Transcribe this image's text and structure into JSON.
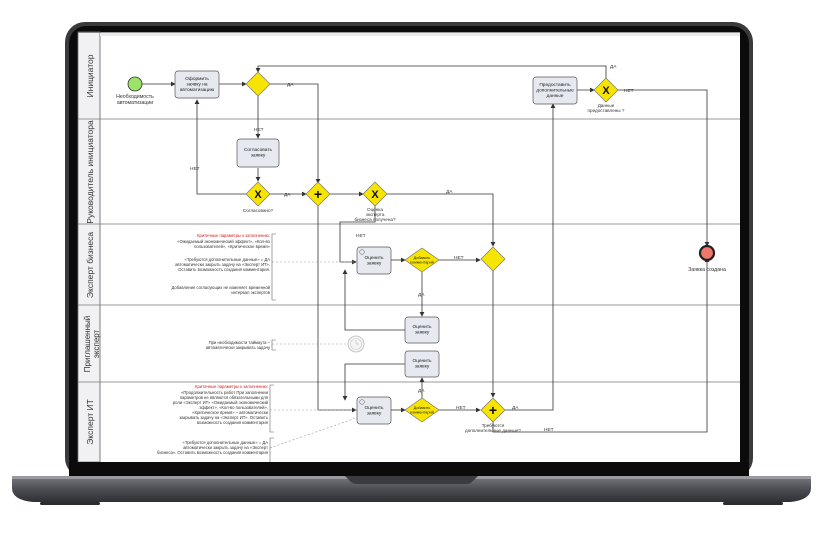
{
  "lanes": [
    {
      "id": "initiator",
      "label": "Инициатор"
    },
    {
      "id": "manager",
      "label": "Руководитель инициатора"
    },
    {
      "id": "business",
      "label": "Эксперт бизнеса"
    },
    {
      "id": "invited",
      "label": "Приглашенный эксперт"
    },
    {
      "id": "it",
      "label": "Эксперт ИТ"
    }
  ],
  "events": {
    "start_label": "Необходимость автоматизации",
    "end_label": "Заявка создана"
  },
  "tasks": {
    "create": "Оформить заявку на автоматизацию",
    "approve": "Согласовать заявку",
    "provide": "Предоставить дополнительные данные",
    "eval_business": "Оценить заявку",
    "eval_invited_1": "Оценить заявку",
    "eval_invited_2": "Оценить заявку",
    "eval_it": "Оценить заявку"
  },
  "gateways": {
    "approved": "Согласовано?",
    "need_expert": "Оценка эксперта бизнеса получена?",
    "data_provided": "Данные предоставлены ?",
    "need_data": "Требуются дополнительные данные?",
    "add_comment_business": "Добавить комментарий",
    "add_comment_it": "Добавить комментарий"
  },
  "flow_labels": {
    "yes": "ДА",
    "no": "НЕТ"
  },
  "annotations": {
    "business_required": "Критичные параметры к заполнению:",
    "business_1": "«Ожидаемый экономический эффект», «Кол-во пользователей», «Критическое время»",
    "business_2": "«Требуются дополнительные данные» = ДА автоматически закрыть задачу на «Эксперт ИТ». Оставить возможность создания комментария.",
    "business_3": "Добавление согласующих не изменяет временной интервал экспертов",
    "invited_1": "При необходимости таймаута – автоматически закрывать задачу",
    "it_required": "Критичные параметры к заполнению:",
    "it_1": "«Продолжительность работ При заполнении параметров не являются обязательными для роли «Эксперт ИТ» «Ожидаемый экономический эффект», «Кол-во пользователей», «Критическое время» – автоматически закрывать задачу на «Эксперт ИТ». Оставить возможность создания комментария",
    "it_2": "«Требуются дополнительные данные» = ДА автоматически закрыть задачу на «Эксперт бизнеса». Оставить возможность создания комментария"
  },
  "colors": {
    "gateway": "#f7e400",
    "start": "#9be36b",
    "end": "#f0776b",
    "required_text": "#d42020",
    "task_fill": "#e6e9ef",
    "laptop_frame": "#1c1c1e",
    "laptop_base": "#5a5b60"
  }
}
